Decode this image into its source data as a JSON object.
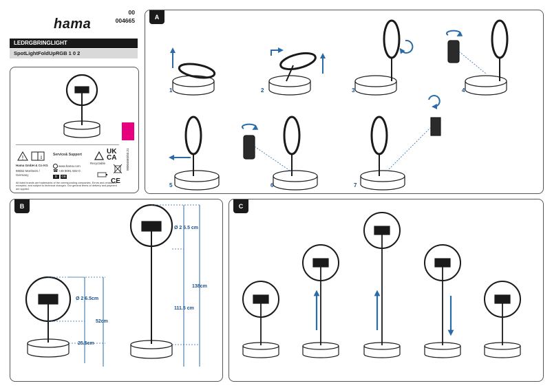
{
  "brand": {
    "logo": "hama",
    "article_line1": "00",
    "article_line2": "004665"
  },
  "product": {
    "code": "LEDRGBRINGLIGHT",
    "name": "SpotLightFoldUpRGB 1 0 2"
  },
  "packaging": {
    "service_label": "Service& Support",
    "url": "www.hama.com",
    "phone": "+49 9091 502-0",
    "company": "Hama GmbH & Co KG",
    "address": "86652 Monheim / Germany",
    "lang_codes": [
      "D",
      "GB"
    ],
    "ukca": "UK CA",
    "recycle_label": "Recyclable",
    "ce": "CE",
    "legal": "All listed brands are trademarks of the corresponding companies. Errors and omissions excepted, and subject to technical changes. Our general terms of delivery and payment are applied.",
    "side_code": "00004665/03.21",
    "accent_color": "#e6007e"
  },
  "panel_a": {
    "tag": "A",
    "steps": [
      "1",
      "2",
      "3",
      "4",
      "5",
      "6",
      "7"
    ]
  },
  "panel_b": {
    "tag": "B",
    "dims": {
      "ring_small": "Ø 2 6.5cm",
      "ring_large": "Ø 2 6.5 cm",
      "min_height": "25.5cm",
      "small_total": "52cm",
      "mid_height": "111.5 cm",
      "max_height": "138cm"
    }
  },
  "panel_c": {
    "tag": "C"
  },
  "colors": {
    "accent_blue": "#1a4f8a",
    "arrow_blue": "#2a6aa8",
    "line": "#1a1a1a",
    "magenta": "#e6007e"
  }
}
